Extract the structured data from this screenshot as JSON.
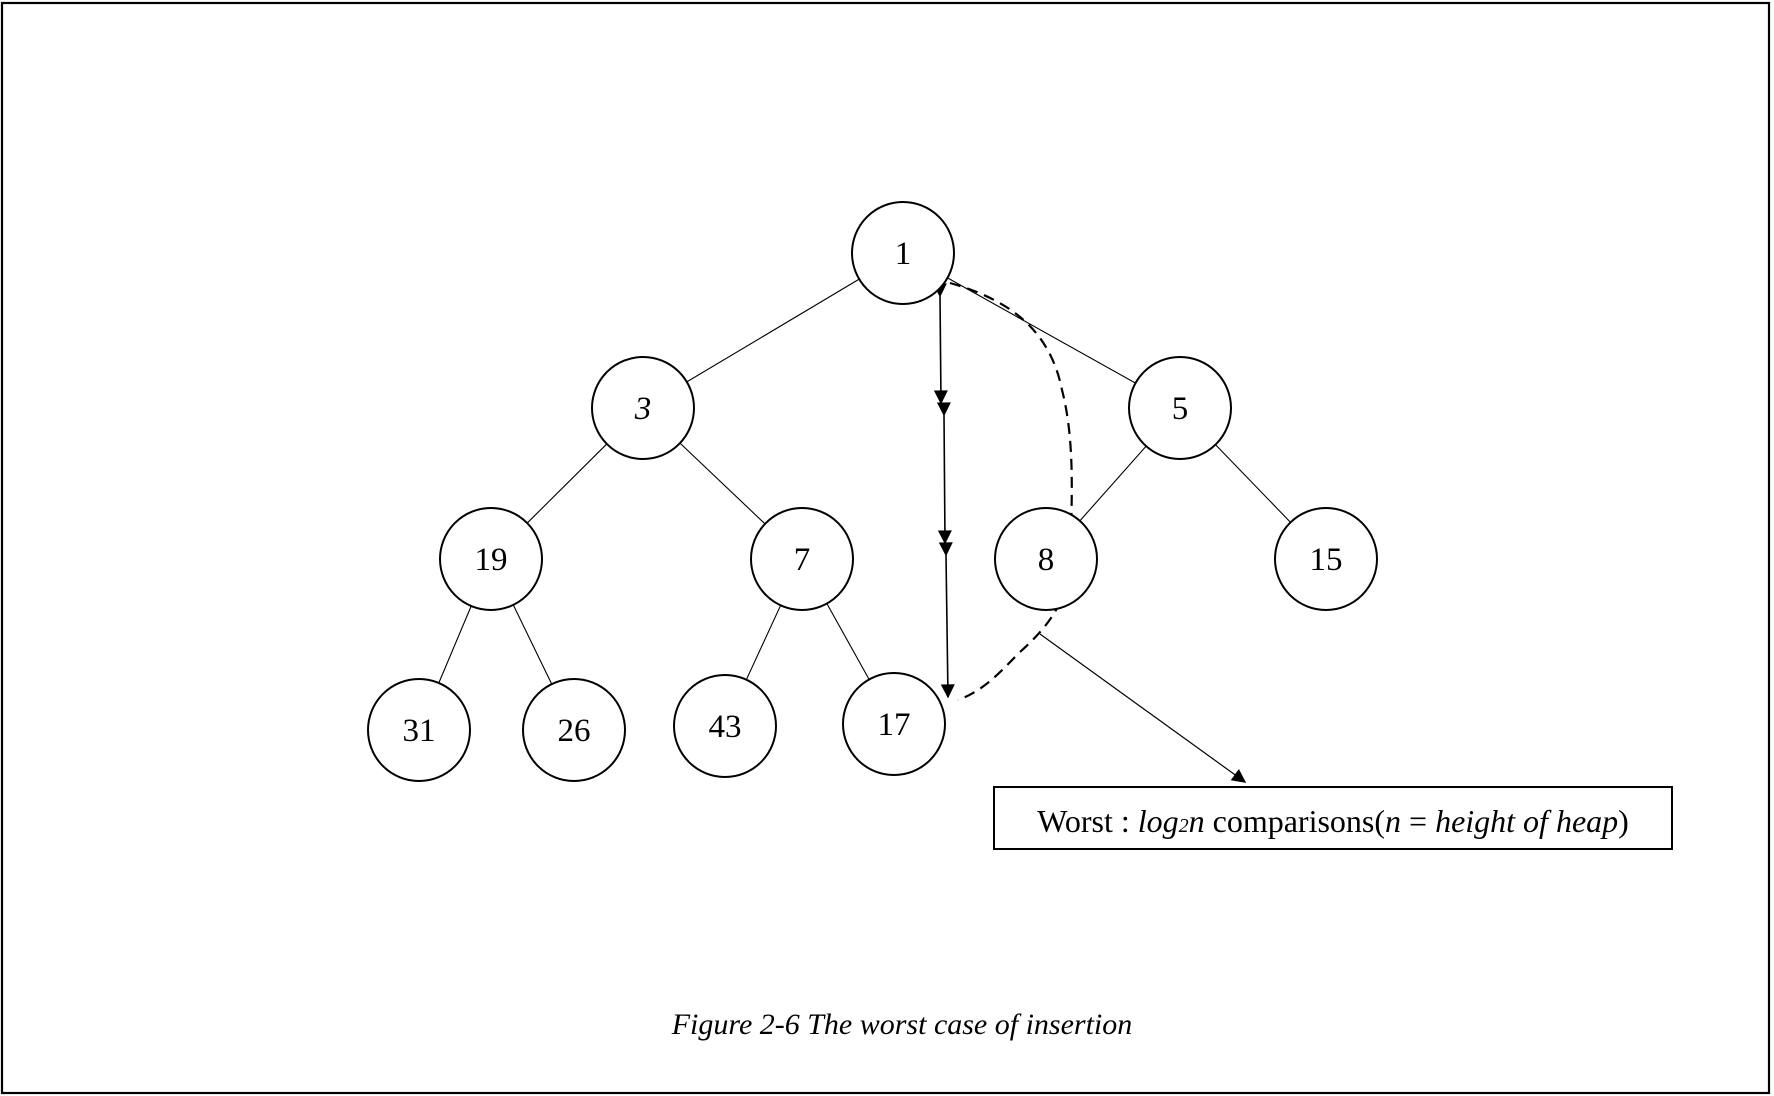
{
  "tree": {
    "nodes": [
      {
        "id": "n1",
        "label": "1",
        "italic": false
      },
      {
        "id": "n3",
        "label": "3",
        "italic": true
      },
      {
        "id": "n5",
        "label": "5",
        "italic": false
      },
      {
        "id": "n19",
        "label": "19",
        "italic": false
      },
      {
        "id": "n7",
        "label": "7",
        "italic": false
      },
      {
        "id": "n8",
        "label": "8",
        "italic": false
      },
      {
        "id": "n15",
        "label": "15",
        "italic": false
      },
      {
        "id": "n31",
        "label": "31",
        "italic": false
      },
      {
        "id": "n26",
        "label": "26",
        "italic": false
      },
      {
        "id": "n43",
        "label": "43",
        "italic": false
      },
      {
        "id": "n17",
        "label": "17",
        "italic": false
      }
    ],
    "edges": [
      [
        "n1",
        "n3"
      ],
      [
        "n1",
        "n5"
      ],
      [
        "n3",
        "n19"
      ],
      [
        "n3",
        "n7"
      ],
      [
        "n5",
        "n8"
      ],
      [
        "n5",
        "n15"
      ],
      [
        "n19",
        "n31"
      ],
      [
        "n19",
        "n26"
      ],
      [
        "n7",
        "n43"
      ],
      [
        "n7",
        "n17"
      ]
    ]
  },
  "note": {
    "prefix": "Worst : ",
    "log": "log",
    "log_base": "2",
    "log_var": "n",
    "middle": " comparisons(",
    "var_n": "n",
    "equals": " = ",
    "definition": "height of heap",
    "suffix": ")"
  },
  "caption": "Figure 2-6 The worst case of insertion"
}
